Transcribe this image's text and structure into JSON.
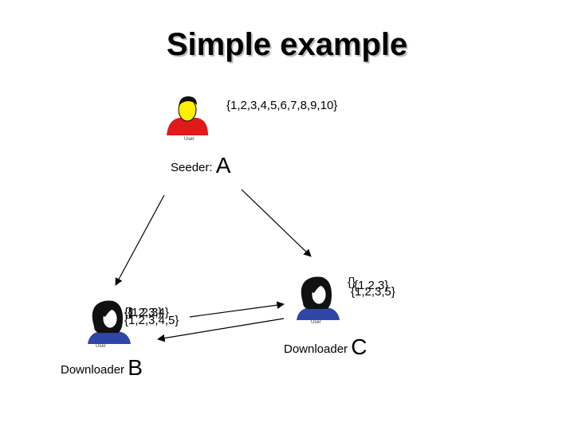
{
  "title": "Simple example",
  "nodes": {
    "seeder": {
      "role_label": "Seeder:",
      "name": "A",
      "pieces": "{1,2,3,4,5,6,7,8,9,10}",
      "icon_caption": "User",
      "icon": "user-male-icon"
    },
    "downloader_b": {
      "role_label": "Downloader",
      "name": "B",
      "pieces_history": [
        "{}",
        "{1,2,3}",
        "{1,2,3,4}",
        "{1,2,3,4,5}"
      ],
      "icon_caption": "User",
      "icon": "user-female-icon"
    },
    "downloader_c": {
      "role_label": "Downloader",
      "name": "C",
      "pieces_history": [
        "{}",
        "{1,2,3}",
        "{1,2,3,5}"
      ],
      "icon_caption": "User",
      "icon": "user-female-icon"
    }
  },
  "edges": [
    {
      "from": "seeder",
      "to": "downloader_b"
    },
    {
      "from": "seeder",
      "to": "downloader_c"
    },
    {
      "from": "downloader_b",
      "to": "downloader_c"
    },
    {
      "from": "downloader_c",
      "to": "downloader_b"
    }
  ],
  "colors": {
    "male_shirt": "#e01a1a",
    "male_face": "#ffee00",
    "female_shirt": "#2f45a8",
    "hair": "#111111",
    "skin": "#ffffff"
  }
}
